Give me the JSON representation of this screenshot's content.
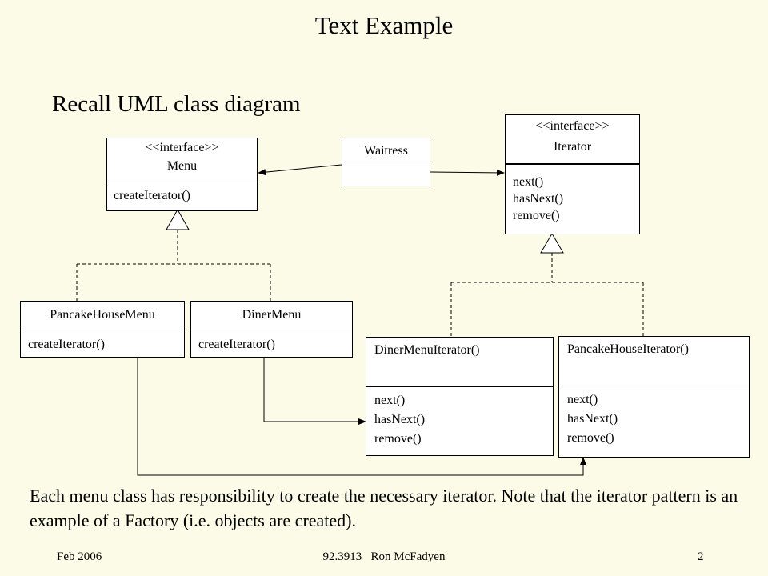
{
  "slide": {
    "title": "Text Example",
    "subtitle": "Recall UML class diagram",
    "paragraph": "Each menu class has responsibility to create the necessary iterator.  Note that the iterator pattern is an example of a Factory (i.e. objects are created).",
    "footer": {
      "date": "Feb 2006",
      "course": "92.3913   Ron McFadyen",
      "page": "2"
    }
  },
  "classes": {
    "menu": {
      "stereotype": "<<interface>>",
      "name": "Menu",
      "methods": [
        "createIterator()"
      ]
    },
    "waitress": {
      "name": "Waitress"
    },
    "iterator": {
      "stereotype": "<<interface>>",
      "name": "Iterator",
      "methods": [
        "next()",
        "hasNext()",
        "remove()"
      ]
    },
    "pancake_house_menu": {
      "name": "PancakeHouseMenu",
      "methods": [
        "createIterator()"
      ]
    },
    "diner_menu": {
      "name": "DinerMenu",
      "methods": [
        "createIterator()"
      ]
    },
    "diner_menu_iterator": {
      "name": "DinerMenuIterator()",
      "methods": [
        "next()",
        "hasNext()",
        "remove()"
      ]
    },
    "pancake_house_iterator": {
      "name": "PancakeHouseIterator()",
      "methods": [
        "next()",
        "hasNext()",
        "remove()"
      ]
    }
  },
  "relationships": [
    {
      "from": "Waitress",
      "to": "Menu",
      "type": "association"
    },
    {
      "from": "Waitress",
      "to": "Iterator",
      "type": "association"
    },
    {
      "from": "PancakeHouseMenu",
      "to": "Menu",
      "type": "realization"
    },
    {
      "from": "DinerMenu",
      "to": "Menu",
      "type": "realization"
    },
    {
      "from": "DinerMenuIterator()",
      "to": "Iterator",
      "type": "realization"
    },
    {
      "from": "PancakeHouseIterator()",
      "to": "Iterator",
      "type": "realization"
    },
    {
      "from": "DinerMenu",
      "to": "DinerMenuIterator()",
      "type": "creates"
    },
    {
      "from": "PancakeHouseMenu",
      "to": "PancakeHouseIterator()",
      "type": "creates"
    }
  ]
}
